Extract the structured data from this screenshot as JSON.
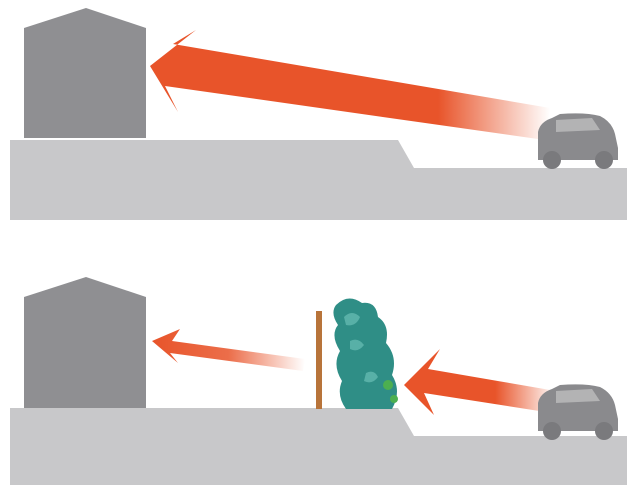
{
  "colors": {
    "background": "#ffffff",
    "ground": "#c8c8ca",
    "building": "#8f8f92",
    "car": "#8a8a8d",
    "arrow": "#e8542a",
    "fence_post": "#b8743a",
    "shrub": "#2f8e86",
    "shrub_light": "#58b0a7",
    "shrub_green": "#4caf50"
  },
  "scenes": [
    {
      "id": "without-barrier",
      "elements": [
        "building",
        "raised-ground",
        "car",
        "headlight-glare-arrow"
      ]
    },
    {
      "id": "with-barrier",
      "elements": [
        "building",
        "raised-ground",
        "car",
        "fence-post",
        "shrub",
        "blocked-glare-arrow",
        "reduced-glare-arrow"
      ]
    }
  ],
  "icons": {
    "car": "car-icon",
    "building": "house-icon",
    "shrub": "shrub-icon",
    "post": "fence-post-icon"
  }
}
